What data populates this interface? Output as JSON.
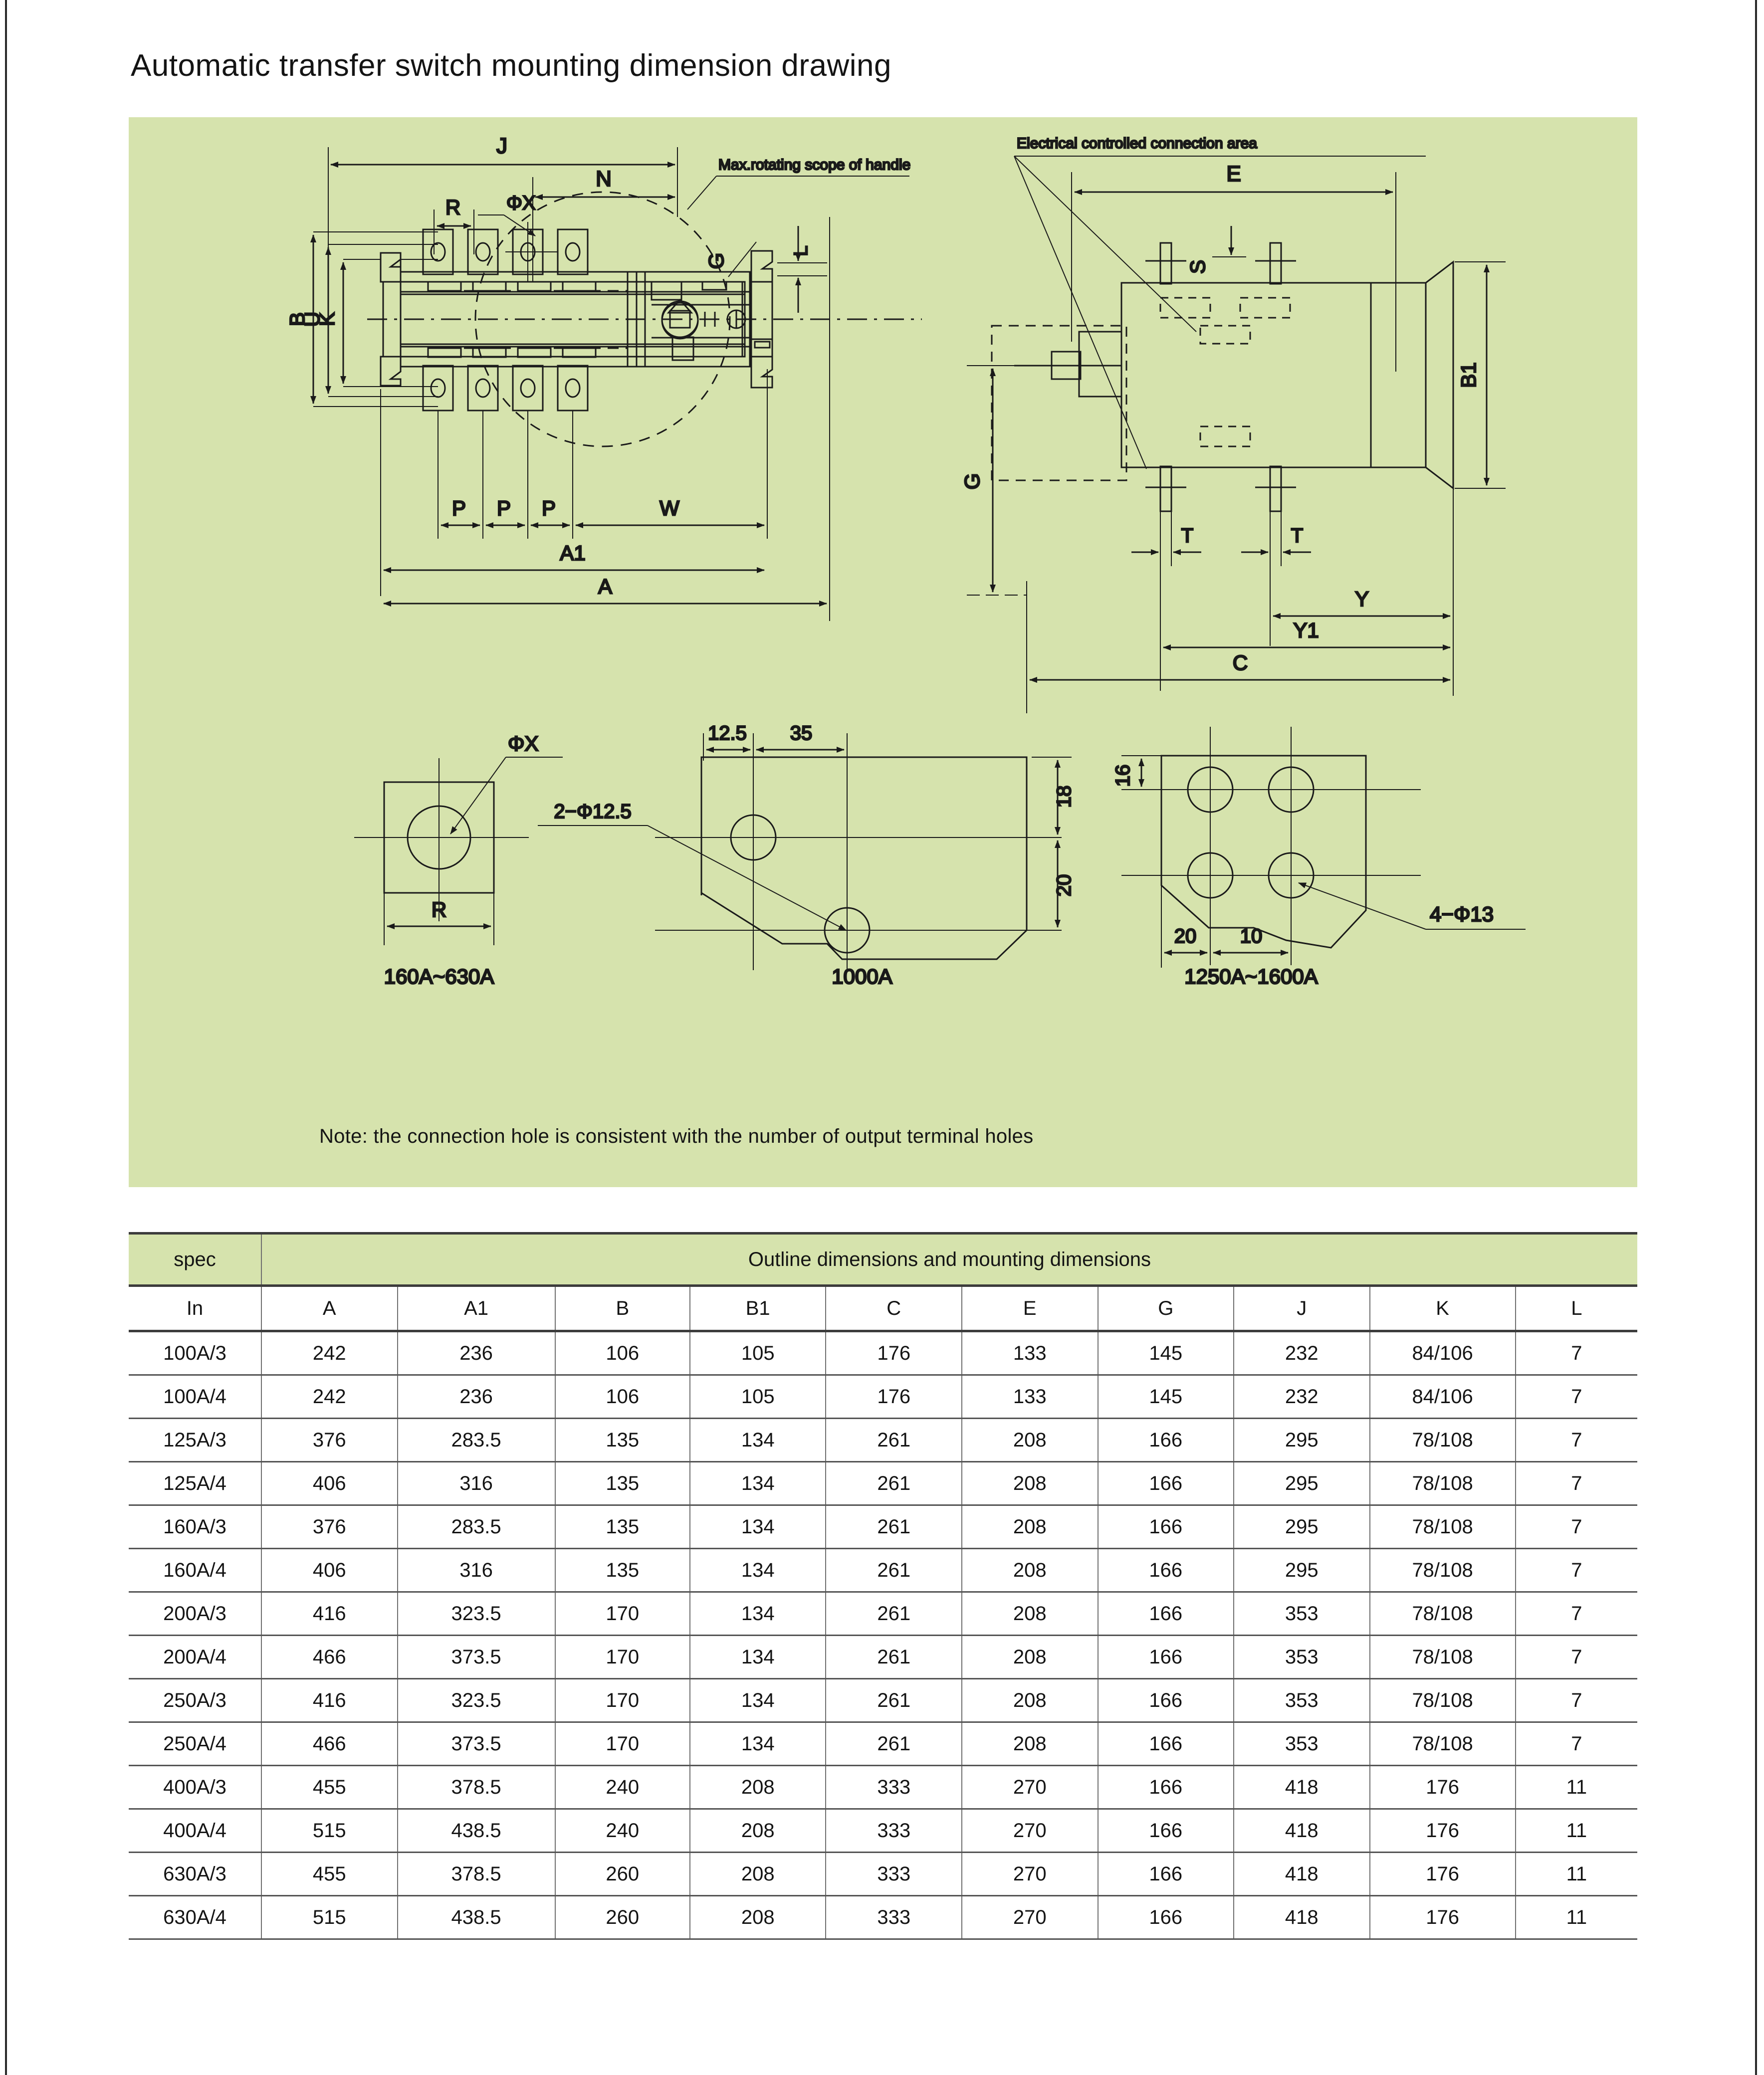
{
  "page": {
    "title": "Automatic transfer switch mounting dimension drawing",
    "note": "Note: the connection hole is consistent with the number of output terminal holes",
    "panel_color": "#d6e3ad"
  },
  "drawing": {
    "left_view": {
      "name": "front-view-with-handle",
      "dimension_labels": [
        "J",
        "N",
        "R",
        "ΦX",
        "G",
        "L",
        "B",
        "U",
        "K",
        "P",
        "P",
        "P",
        "W",
        "A1",
        "A"
      ],
      "annotation": "Max.rotating scope of handle"
    },
    "right_view": {
      "name": "side-view-electrical-control",
      "title": "Electrical controlled connection area",
      "dimension_labels": [
        "E",
        "S",
        "B1",
        "G",
        "T",
        "T",
        "Y",
        "Y1",
        "C"
      ]
    },
    "detail_views": [
      {
        "caption": "160A~630A",
        "callout": "ΦX",
        "dims": [
          "R"
        ]
      },
      {
        "caption": "1000A",
        "callout": "2−Φ12.5",
        "dims": [
          "12.5",
          "35",
          "18",
          "20"
        ]
      },
      {
        "caption": "1250A~1600A",
        "callout": "4−Φ13",
        "dims": [
          "16",
          "20",
          "10"
        ]
      }
    ]
  },
  "table": {
    "group_headers": {
      "spec": "spec",
      "dimensions": "Outline dimensions and mounting dimensions"
    },
    "columns": [
      "In",
      "A",
      "A1",
      "B",
      "B1",
      "C",
      "E",
      "G",
      "J",
      "K",
      "L"
    ],
    "rows": [
      [
        "100A/3",
        "242",
        "236",
        "106",
        "105",
        "176",
        "133",
        "145",
        "232",
        "84/106",
        "7"
      ],
      [
        "100A/4",
        "242",
        "236",
        "106",
        "105",
        "176",
        "133",
        "145",
        "232",
        "84/106",
        "7"
      ],
      [
        "125A/3",
        "376",
        "283.5",
        "135",
        "134",
        "261",
        "208",
        "166",
        "295",
        "78/108",
        "7"
      ],
      [
        "125A/4",
        "406",
        "316",
        "135",
        "134",
        "261",
        "208",
        "166",
        "295",
        "78/108",
        "7"
      ],
      [
        "160A/3",
        "376",
        "283.5",
        "135",
        "134",
        "261",
        "208",
        "166",
        "295",
        "78/108",
        "7"
      ],
      [
        "160A/4",
        "406",
        "316",
        "135",
        "134",
        "261",
        "208",
        "166",
        "295",
        "78/108",
        "7"
      ],
      [
        "200A/3",
        "416",
        "323.5",
        "170",
        "134",
        "261",
        "208",
        "166",
        "353",
        "78/108",
        "7"
      ],
      [
        "200A/4",
        "466",
        "373.5",
        "170",
        "134",
        "261",
        "208",
        "166",
        "353",
        "78/108",
        "7"
      ],
      [
        "250A/3",
        "416",
        "323.5",
        "170",
        "134",
        "261",
        "208",
        "166",
        "353",
        "78/108",
        "7"
      ],
      [
        "250A/4",
        "466",
        "373.5",
        "170",
        "134",
        "261",
        "208",
        "166",
        "353",
        "78/108",
        "7"
      ],
      [
        "400A/3",
        "455",
        "378.5",
        "240",
        "208",
        "333",
        "270",
        "166",
        "418",
        "176",
        "11"
      ],
      [
        "400A/4",
        "515",
        "438.5",
        "240",
        "208",
        "333",
        "270",
        "166",
        "418",
        "176",
        "11"
      ],
      [
        "630A/3",
        "455",
        "378.5",
        "260",
        "208",
        "333",
        "270",
        "166",
        "418",
        "176",
        "11"
      ],
      [
        "630A/4",
        "515",
        "438.5",
        "260",
        "208",
        "333",
        "270",
        "166",
        "418",
        "176",
        "11"
      ]
    ]
  }
}
